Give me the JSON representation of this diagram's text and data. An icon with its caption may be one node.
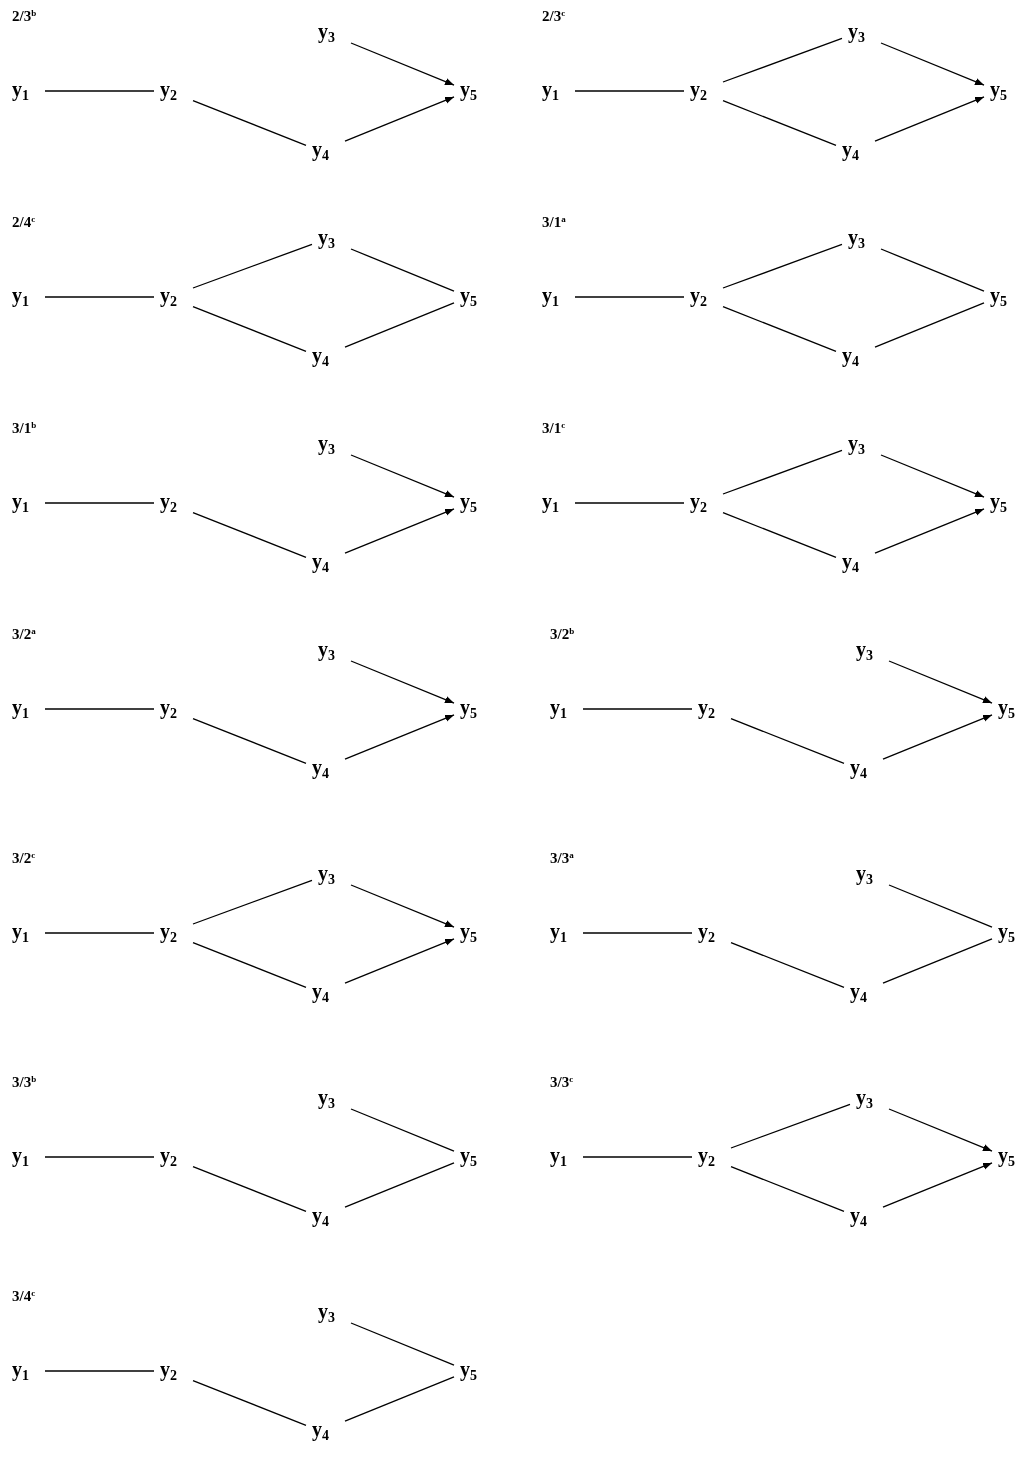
{
  "diagram": {
    "nodes": [
      {
        "text": [
          "y$_{1}$"
        ]
      },
      {
        "text": [
          "y$_{2}$"
        ]
      },
      {
        "text": [
          "y$_{3}$"
        ]
      },
      {
        "text": [
          "y$_{4}$"
        ]
      },
      {
        "text": [
          "y$_{5}$"
        ]
      },
      {
        "text": [
          "y$_{1}$"
        ]
      },
      {
        "text": [
          "y$_{2}$"
        ]
      },
      {
        "text": [
          "y$_{3}$"
        ]
      },
      {
        "text": [
          "y$_{4}$"
        ]
      },
      {
        "text": [
          "y$_{5}$"
        ]
      },
      {
        "text": [
          "y$_{1}$"
        ]
      },
      {
        "text": [
          "y$_{2}$"
        ]
      },
      {
        "text": [
          "y$_{3}$"
        ]
      },
      {
        "text": [
          "y$_{4}$"
        ]
      },
      {
        "text": [
          "y$_{5}$"
        ]
      },
      {
        "text": [
          "y$_{1}$"
        ]
      },
      {
        "text": [
          "y$_{2}$"
        ]
      },
      {
        "text": [
          "y$_{3}$"
        ]
      },
      {
        "text": [
          "y$_{4}$"
        ]
      },
      {
        "text": [
          "y$_{5}$"
        ]
      },
      {
        "text": [
          "y$_{1}$"
        ]
      },
      {
        "text": [
          "y$_{2}$"
        ]
      },
      {
        "text": [
          "y$_{3}$"
        ]
      },
      {
        "text": [
          "y$_{4}$"
        ]
      },
      {
        "text": [
          "y$_{5}$"
        ]
      },
      {
        "text": [
          "y$_{1}$"
        ]
      },
      {
        "text": [
          "y$_{2}$"
        ]
      },
      {
        "text": [
          "y$_{3}$"
        ]
      },
      {
        "text": [
          "y$_{4}$"
        ]
      },
      {
        "text": [
          "y$_{5}$"
        ]
      },
      {
        "text": [
          "y$_{1}$"
        ]
      },
      {
        "text": [
          "y$_{2}$"
        ]
      },
      {
        "text": [
          "y$_{3}$"
        ]
      },
      {
        "text": [
          "y$_{4}$"
        ]
      },
      {
        "text": [
          "y$_{5}$"
        ]
      },
      {
        "text": [
          "y$_{1}$"
        ]
      },
      {
        "text": [
          "y$_{2}$"
        ]
      },
      {
        "text": [
          "y$_{3}$"
        ]
      },
      {
        "text": [
          "y$_{4}$"
        ]
      },
      {
        "text": [
          "y$_{5}$"
        ]
      },
      {
        "text": [
          "y$_{1}$"
        ]
      },
      {
        "text": [
          "y$_{2}$"
        ]
      },
      {
        "text": [
          "y$_{3}$"
        ]
      },
      {
        "text": [
          "y$_{4}$"
        ]
      },
      {
        "text": [
          "y$_{5}$"
        ]
      },
      {
        "text": [
          "y$_{1}$"
        ]
      },
      {
        "text": [
          "y$_{2}$"
        ]
      },
      {
        "text": [
          "y$_{3}$"
        ]
      },
      {
        "text": [
          "y$_{4}$"
        ]
      },
      {
        "text": [
          "y$_{5}$"
        ]
      },
      {
        "text": [
          "y$_{1}$"
        ]
      },
      {
        "text": [
          "y$_{2}$"
        ]
      },
      {
        "text": [
          "y$_{3}$"
        ]
      },
      {
        "text": [
          "y$_{4}$"
        ]
      },
      {
        "text": [
          "y$_{5}$"
        ]
      },
      {
        "text": [
          "y$_{1}$"
        ]
      },
      {
        "text": [
          "y$_{2}$"
        ]
      },
      {
        "text": [
          "y$_{3}$"
        ]
      },
      {
        "text": [
          "y$_{4}$"
        ]
      },
      {
        "text": [
          "y$_{5}$"
        ]
      },
      {
        "text": [
          "y$_{1}$"
        ]
      },
      {
        "text": [
          "y$_{2}$"
        ]
      },
      {
        "text": [
          "y$_{3}$"
        ]
      },
      {
        "text": [
          "y$_{4}$"
        ]
      },
      {
        "text": [
          "y$_{5}$"
        ]
      }
    ],
    "edges": [
      {
        "from": 0,
        "to": 1,
        "arrow": "none"
      },
      {
        "from": 1,
        "to": 3,
        "arrow": "none"
      },
      {
        "from": 2,
        "to": 4,
        "arrow": "to"
      },
      {
        "from": 3,
        "to": 4,
        "arrow": "to"
      },
      {
        "from": 5,
        "to": 6,
        "arrow": "none"
      },
      {
        "from": 6,
        "to": 7,
        "arrow": "none"
      },
      {
        "from": 6,
        "to": 8,
        "arrow": "none"
      },
      {
        "from": 7,
        "to": 9,
        "arrow": "to"
      },
      {
        "from": 8,
        "to": 9,
        "arrow": "to"
      },
      {
        "from": 10,
        "to": 11,
        "arrow": "none"
      },
      {
        "from": 11,
        "to": 12,
        "arrow": "none"
      },
      {
        "from": 11,
        "to": 13,
        "arrow": "none"
      },
      {
        "from": 12,
        "to": 14,
        "arrow": "none"
      },
      {
        "from": 13,
        "to": 14,
        "arrow": "none"
      },
      {
        "from": 15,
        "to": 16,
        "arrow": "none"
      },
      {
        "from": 16,
        "to": 17,
        "arrow": "none"
      },
      {
        "from": 16,
        "to": 18,
        "arrow": "none"
      },
      {
        "from": 17,
        "to": 19,
        "arrow": "none"
      },
      {
        "from": 18,
        "to": 19,
        "arrow": "none"
      },
      {
        "from": 20,
        "to": 21,
        "arrow": "none"
      },
      {
        "from": 21,
        "to": 23,
        "arrow": "none"
      },
      {
        "from": 22,
        "to": 24,
        "arrow": "to"
      },
      {
        "from": 23,
        "to": 24,
        "arrow": "to"
      },
      {
        "from": 25,
        "to": 26,
        "arrow": "none"
      },
      {
        "from": 26,
        "to": 27,
        "arrow": "none"
      },
      {
        "from": 26,
        "to": 28,
        "arrow": "none"
      },
      {
        "from": 27,
        "to": 29,
        "arrow": "to"
      },
      {
        "from": 28,
        "to": 29,
        "arrow": "to"
      },
      {
        "from": 30,
        "to": 31,
        "arrow": "none"
      },
      {
        "from": 31,
        "to": 33,
        "arrow": "none"
      },
      {
        "from": 32,
        "to": 34,
        "arrow": "to"
      },
      {
        "from": 33,
        "to": 34,
        "arrow": "to"
      },
      {
        "from": 35,
        "to": 36,
        "arrow": "none"
      },
      {
        "from": 36,
        "to": 38,
        "arrow": "none"
      },
      {
        "from": 37,
        "to": 39,
        "arrow": "to"
      },
      {
        "from": 38,
        "to": 39,
        "arrow": "to"
      },
      {
        "from": 40,
        "to": 41,
        "arrow": "none"
      },
      {
        "from": 41,
        "to": 42,
        "arrow": "none"
      },
      {
        "from": 41,
        "to": 43,
        "arrow": "none"
      },
      {
        "from": 42,
        "to": 44,
        "arrow": "to"
      },
      {
        "from": 43,
        "to": 44,
        "arrow": "to"
      },
      {
        "from": 45,
        "to": 46,
        "arrow": "none"
      },
      {
        "from": 46,
        "to": 48,
        "arrow": "none"
      },
      {
        "from": 47,
        "to": 49,
        "arrow": "none"
      },
      {
        "from": 48,
        "to": 49,
        "arrow": "none"
      },
      {
        "from": 50,
        "to": 51,
        "arrow": "none"
      },
      {
        "from": 51,
        "to": 53,
        "arrow": "none"
      },
      {
        "from": 52,
        "to": 54,
        "arrow": "none"
      },
      {
        "from": 53,
        "to": 54,
        "arrow": "none"
      },
      {
        "from": 55,
        "to": 56,
        "arrow": "none"
      },
      {
        "from": 56,
        "to": 57,
        "arrow": "none"
      },
      {
        "from": 56,
        "to": 58,
        "arrow": "none"
      },
      {
        "from": 57,
        "to": 59,
        "arrow": "to"
      },
      {
        "from": 58,
        "to": 59,
        "arrow": "to"
      },
      {
        "from": 60,
        "to": 61,
        "arrow": "none"
      },
      {
        "from": 61,
        "to": 63,
        "arrow": "none"
      },
      {
        "from": 62,
        "to": 64,
        "arrow": "none"
      },
      {
        "from": 63,
        "to": 64,
        "arrow": "none"
      }
    ],
    "labels": [
      "2/3$^{b}$",
      "2/3$^{c}$",
      "2/4$^{c}$",
      "3/1$^{a}$",
      "3/1$^{b}$",
      "3/1$^{c}$",
      "3/2$^{a}$",
      "3/2$^{b}$",
      "3/2$^{c}$",
      "3/3$^{a}$",
      "3/3$^{b}$",
      "3/3$^{c}$",
      "3/4$^{c}$"
    ]
  }
}
